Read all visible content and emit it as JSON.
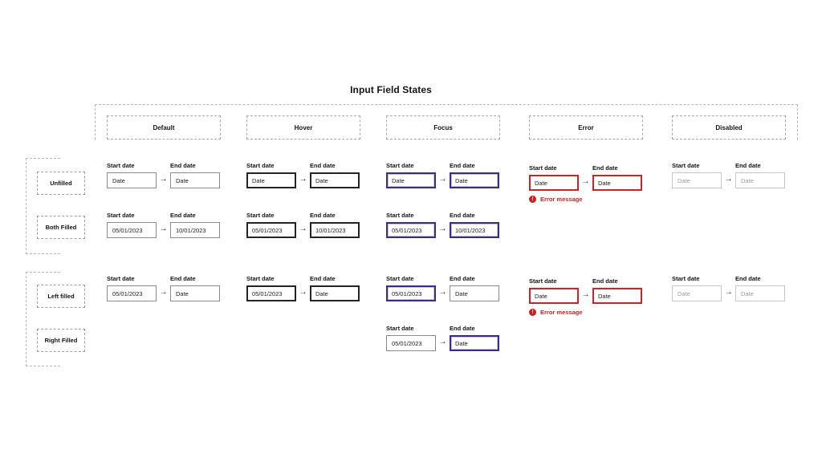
{
  "title": "Input Field States",
  "columns": [
    {
      "id": "default",
      "label": "Default"
    },
    {
      "id": "hover",
      "label": "Hover"
    },
    {
      "id": "focus",
      "label": "Focus"
    },
    {
      "id": "error",
      "label": "Error"
    },
    {
      "id": "disabled",
      "label": "Disabled"
    }
  ],
  "rows": [
    {
      "id": "unfilled",
      "label": "Unfilled",
      "group": 1
    },
    {
      "id": "both_filled",
      "label": "Both Filled",
      "group": 1
    },
    {
      "id": "left_filled",
      "label": "Left filled",
      "group": 2
    },
    {
      "id": "right_filled",
      "label": "Right Filled",
      "group": 2
    }
  ],
  "field_labels": {
    "start": "Start date",
    "end": "End date"
  },
  "arrow_glyph": "→",
  "error_icon_glyph": "!",
  "error_message": "Error message",
  "placeholder": "Date",
  "filled_values": {
    "start": "05/01/2023",
    "end": "10/01/2023"
  },
  "colors": {
    "focus_border": "#2e3192",
    "error": "#cf1c1c",
    "hover_border": "#242424",
    "default_border": "#8a8a8a",
    "disabled_border": "#c6c6c6",
    "disabled_text": "#9b9b9b"
  },
  "cells": [
    {
      "column": "default",
      "row": "unfilled",
      "start": {
        "value": "Date",
        "state": "default"
      },
      "end": {
        "value": "Date",
        "state": "default"
      },
      "error_message": false
    },
    {
      "column": "default",
      "row": "both_filled",
      "start": {
        "value": "05/01/2023",
        "state": "default"
      },
      "end": {
        "value": "10/01/2023",
        "state": "default"
      },
      "error_message": false
    },
    {
      "column": "default",
      "row": "left_filled",
      "start": {
        "value": "05/01/2023",
        "state": "default"
      },
      "end": {
        "value": "Date",
        "state": "default"
      },
      "error_message": false
    },
    {
      "column": "hover",
      "row": "unfilled",
      "start": {
        "value": "Date",
        "state": "hover"
      },
      "end": {
        "value": "Date",
        "state": "hover"
      },
      "error_message": false
    },
    {
      "column": "hover",
      "row": "both_filled",
      "start": {
        "value": "05/01/2023",
        "state": "hover"
      },
      "end": {
        "value": "10/01/2023",
        "state": "hover"
      },
      "error_message": false
    },
    {
      "column": "hover",
      "row": "left_filled",
      "start": {
        "value": "05/01/2023",
        "state": "hover"
      },
      "end": {
        "value": "Date",
        "state": "hover"
      },
      "error_message": false
    },
    {
      "column": "focus",
      "row": "unfilled",
      "start": {
        "value": "Date",
        "state": "focus"
      },
      "end": {
        "value": "Date",
        "state": "focus"
      },
      "error_message": false
    },
    {
      "column": "focus",
      "row": "both_filled",
      "start": {
        "value": "05/01/2023",
        "state": "focus"
      },
      "end": {
        "value": "10/01/2023",
        "state": "focus"
      },
      "error_message": false
    },
    {
      "column": "focus",
      "row": "left_filled",
      "start": {
        "value": "05/01/2023",
        "state": "focus"
      },
      "end": {
        "value": "Date",
        "state": "default"
      },
      "error_message": false
    },
    {
      "column": "focus",
      "row": "right_filled",
      "start": {
        "value": "05/01/2023",
        "state": "default"
      },
      "end": {
        "value": "Date",
        "state": "focus"
      },
      "error_message": false
    },
    {
      "column": "error",
      "row": "unfilled",
      "start": {
        "value": "Date",
        "state": "error"
      },
      "end": {
        "value": "Date",
        "state": "error"
      },
      "error_message": true
    },
    {
      "column": "error",
      "row": "left_filled",
      "start": {
        "value": "Date",
        "state": "error"
      },
      "end": {
        "value": "Date",
        "state": "error"
      },
      "error_message": true
    },
    {
      "column": "disabled",
      "row": "unfilled",
      "start": {
        "value": "Date",
        "state": "disabled"
      },
      "end": {
        "value": "Date",
        "state": "disabled"
      },
      "error_message": false
    },
    {
      "column": "disabled",
      "row": "left_filled",
      "start": {
        "value": "Date",
        "state": "disabled"
      },
      "end": {
        "value": "Date",
        "state": "disabled"
      },
      "error_message": false
    }
  ]
}
